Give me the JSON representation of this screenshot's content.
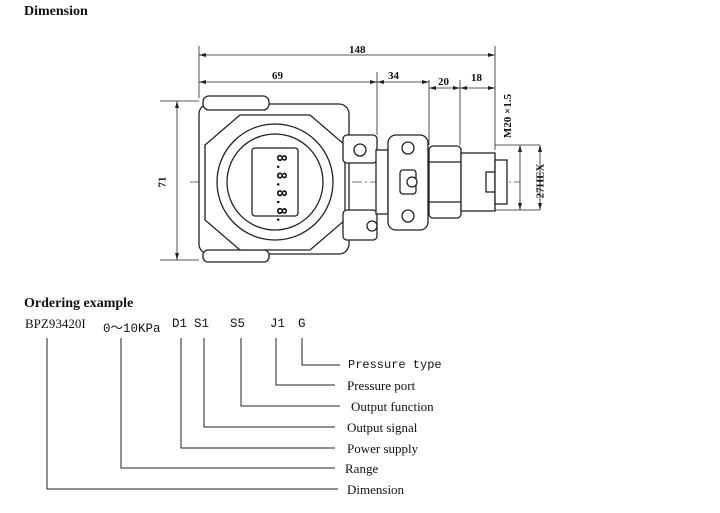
{
  "headers": {
    "dimension": "Dimension",
    "ordering": "Ordering example"
  },
  "dimensions": {
    "d148": "148",
    "d69": "69",
    "d34": "34",
    "d20": "20",
    "d18": "18",
    "d71": "71",
    "thread": "M20 ×1.5",
    "hex": "27HEX"
  },
  "display": {
    "digits": "8.8.8.8."
  },
  "ordering": {
    "model": "BPZ93420I",
    "range": "0～10KPa",
    "power": "D1",
    "signal": "S1",
    "function": "S5",
    "port": "J1",
    "type": "G"
  },
  "legend": {
    "pressure_type": "Pressure type",
    "pressure_port": "Pressure port",
    "output_function": "Output function",
    "output_signal": "Output signal",
    "power_supply": "Power supply",
    "range": "Range",
    "dimension": "Dimension"
  }
}
